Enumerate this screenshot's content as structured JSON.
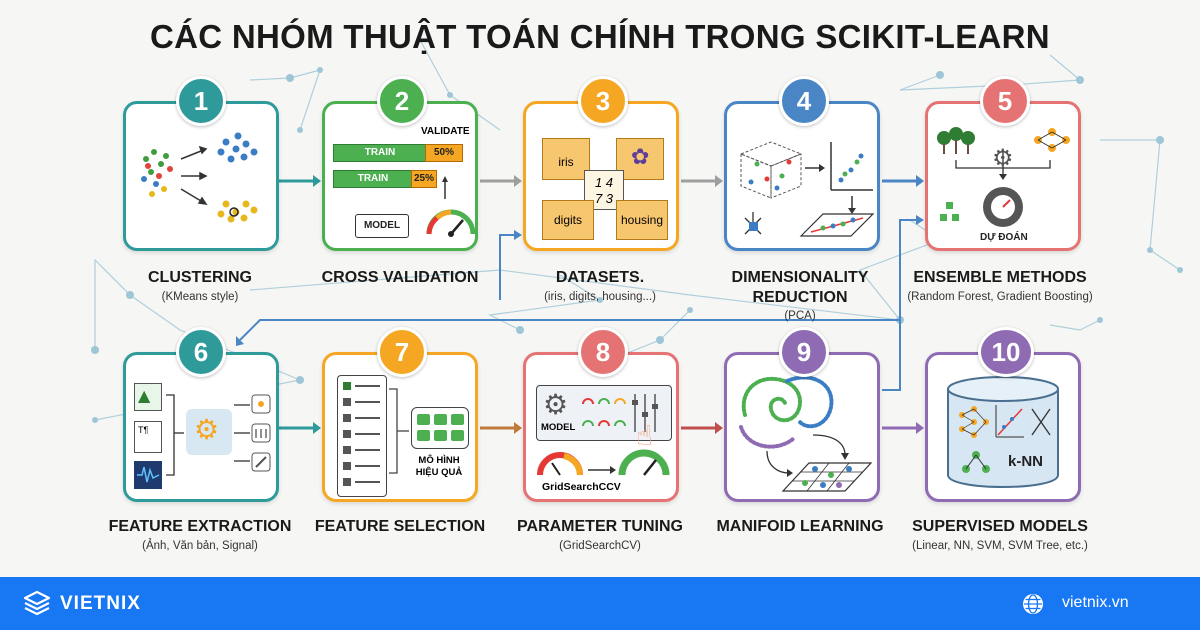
{
  "title": "CÁC NHÓM THUẬT TOÁN CHÍNH TRONG SCIKIT-LEARN",
  "colors": {
    "teal": "#2e9b9a",
    "green": "#4caf50",
    "orange": "#f5a623",
    "blue": "#4a86c5",
    "red": "#e57373",
    "brown": "#c07a3a",
    "purple": "#8e6bb3",
    "footer": "#1877f2"
  },
  "cards": [
    {
      "num": "1",
      "label": "CLUSTERING",
      "sub": "(KMeans style)",
      "color": "teal"
    },
    {
      "num": "2",
      "label": "CROSS VALIDATION",
      "sub": "",
      "color": "green"
    },
    {
      "num": "3",
      "label": "DATASETS.",
      "sub": "(iris, digits, housing...)",
      "color": "orange"
    },
    {
      "num": "4",
      "label": "DIMENSIONALITY REDUCTION",
      "sub": "(PCA)",
      "color": "blue"
    },
    {
      "num": "5",
      "label": "ENSEMBLE METHODS",
      "sub": "(Random Forest, Gradient Boosting)",
      "color": "red"
    },
    {
      "num": "6",
      "label": "FEATURE EXTRACTION",
      "sub": "(Ảnh, Văn bản, Signal)",
      "color": "teal"
    },
    {
      "num": "7",
      "label": "FEATURE SELECTION",
      "sub": "",
      "color": "orange"
    },
    {
      "num": "8",
      "label": "PARAMETER TUNING",
      "sub": "(GridSearchCV)",
      "color": "brown"
    },
    {
      "num": "9",
      "label": "MANIFOID LEARNING",
      "sub": "",
      "color": "purple"
    },
    {
      "num": "10",
      "label": "SUPERVISED MODELS",
      "sub": "(Linear, NN, SVM, SVM Tree, etc.)",
      "color": "purple"
    }
  ],
  "inner": {
    "cv_validate": "VALIDATE",
    "cv_train1": "TRAIN",
    "cv_pct1": "50%",
    "cv_train2": "TRAIN",
    "cv_pct2": "25%",
    "cv_model": "MODEL",
    "ds_iris": "iris",
    "ds_digits": "digits",
    "ds_housing": "housing",
    "ds_num1": "1 4",
    "ds_num2": "7 3",
    "ens_predict": "DỰ ĐOÁN",
    "fs_result1": "MÔ HÌNH",
    "fs_result2": "HIỆU QUẢ",
    "pt_model": "MODEL",
    "pt_grid": "GridSearchCCV",
    "sm_knn": "k-NN"
  },
  "icons": [
    "network-icon",
    "gear-icon",
    "tree-icon",
    "image-icon",
    "text-doc-icon",
    "signal-icon",
    "gauge-icon",
    "hand-pointer-icon",
    "globe-icon",
    "vietnix-logo-icon"
  ],
  "footer": {
    "brand": "VIETNIX",
    "url": "vietnix.vn"
  }
}
